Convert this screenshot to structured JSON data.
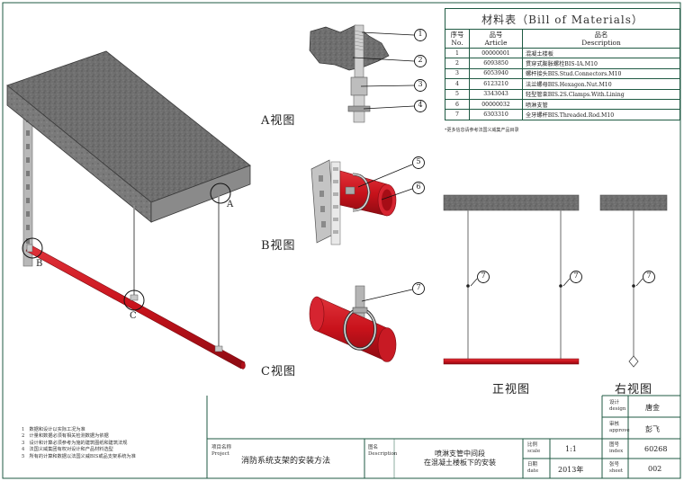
{
  "bom": {
    "title": "材料表（Bill of Materials）",
    "headers": [
      [
        "序号",
        "No."
      ],
      [
        "品号",
        "Article"
      ],
      [
        "品名",
        "Description"
      ]
    ],
    "rows": [
      {
        "no": "1",
        "article": "00000001",
        "description": "混凝土楼板"
      },
      {
        "no": "2",
        "article": "6093850",
        "description": "贯穿式膨胀螺栓BIS-IA.M10"
      },
      {
        "no": "3",
        "article": "6053940",
        "description": "螺杆接头BIS.Stud.Connectors.M10"
      },
      {
        "no": "4",
        "article": "6123210",
        "description": "法兰螺母BIS.Hexagon.Nut.M10"
      },
      {
        "no": "5",
        "article": "3343043",
        "description": "轻型管束BIS.2S.Clamps.With.Lining"
      },
      {
        "no": "6",
        "article": "00000032",
        "description": "喷淋支管"
      },
      {
        "no": "7",
        "article": "6303310",
        "description": "全牙螺杆BIS.Threaded.Rod.M10"
      }
    ],
    "note": "*更多信息请参考法国义威集产品目录"
  },
  "views": {
    "a": "A视图",
    "b": "B视图",
    "c": "C视图",
    "front": "正视图",
    "right": "右视图"
  },
  "iso_markers": {
    "a": "A",
    "b": "B",
    "c": "C"
  },
  "callouts": [
    "1",
    "2",
    "3",
    "4",
    "5",
    "6",
    "7"
  ],
  "notes": [
    "1　数据和设计以实际工况为准",
    "2　计量和数据必须有相关检测数据为依据",
    "3　设计和计算必须参考为施的建筑图纸和建筑法规",
    "4　法国义威集团有权对设计和产品材料选型",
    "5　所有的计算和数据以法国义威BIS或品支架系统为准"
  ],
  "title_block": {
    "project_cn": "项目名称",
    "project_en": "Project",
    "project_value": "消防系统支架的安装方法",
    "drawing_cn": "图名",
    "drawing_en": "Description",
    "drawing_value_1": "喷淋支管中间段",
    "drawing_value_2": "在混凝土楼板下的安装",
    "scale_cn": "比例",
    "scale_en": "scale",
    "scale_value": "1:1",
    "date_cn": "日期",
    "date_en": "date",
    "date_value": "2013年",
    "design_cn": "设计",
    "design_en": "design",
    "design_value": "唐金",
    "approve_cn": "审核",
    "approve_en": "approve",
    "approve_value": "彭飞",
    "index_cn": "图号",
    "index_en": "index",
    "index_value": "60268",
    "sheet_cn": "张号",
    "sheet_en": "sheet",
    "sheet_value": "002"
  },
  "colors": {
    "frame": "#1f5a43",
    "pipe": "#c8121b",
    "concrete": "#6e6e6e",
    "rod": "#9a9a9a"
  }
}
